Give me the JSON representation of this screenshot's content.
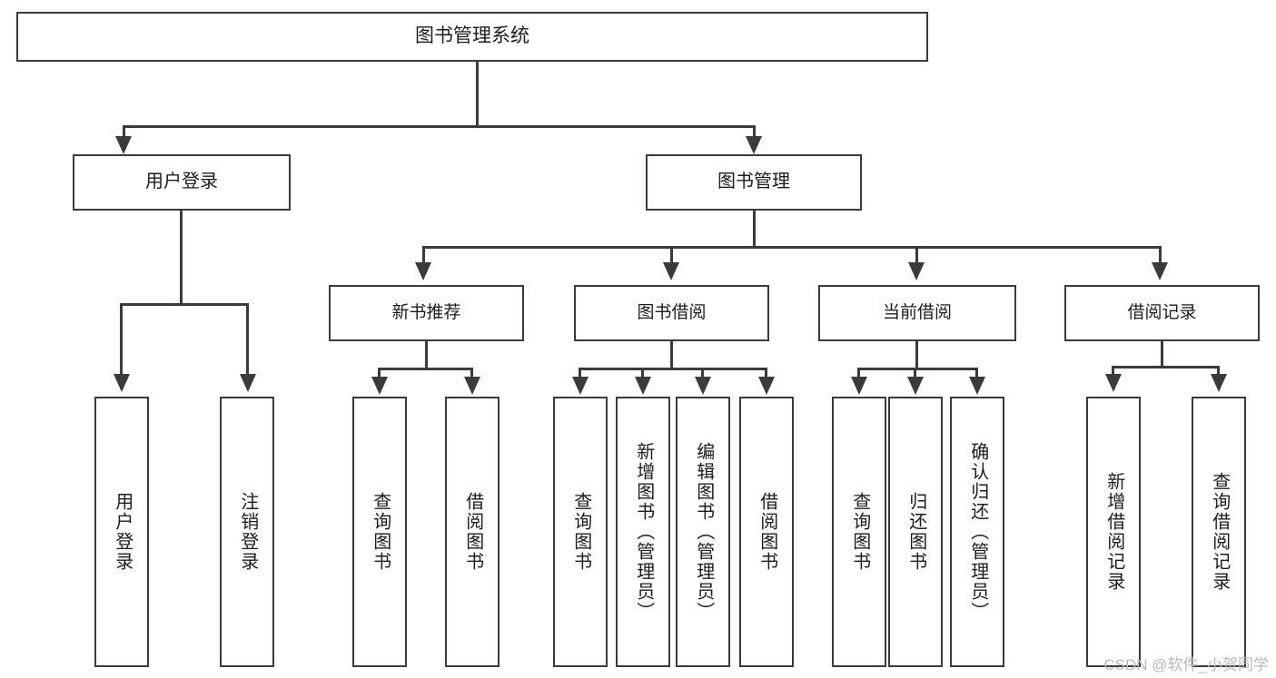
{
  "diagram": {
    "title": "图书管理系统",
    "type": "tree",
    "watermark": "CSDN @软件_小贺同学",
    "colors": {
      "stroke": "#3b3b3b",
      "fill": "#ffffff",
      "text": "#1c1c1c",
      "watermark": "#b9b9b9"
    },
    "root": {
      "label": "图书管理系统"
    },
    "level2": [
      {
        "id": "user-login",
        "label": "用户登录"
      },
      {
        "id": "book-manage",
        "label": "图书管理"
      }
    ],
    "level3": [
      {
        "id": "new-book-recommend",
        "label": "新书推荐"
      },
      {
        "id": "book-borrow",
        "label": "图书借阅"
      },
      {
        "id": "current-borrow",
        "label": "当前借阅"
      },
      {
        "id": "borrow-record",
        "label": "借阅记录"
      }
    ],
    "leaves": {
      "user_login": [
        {
          "id": "leaf-user-login",
          "label": "用户登录"
        },
        {
          "id": "leaf-logout-login",
          "label": "注销登录"
        }
      ],
      "new_book_recommend": [
        {
          "id": "leaf-query-book-1",
          "label": "查询图书"
        },
        {
          "id": "leaf-borrow-book-1",
          "label": "借阅图书"
        }
      ],
      "book_borrow": [
        {
          "id": "leaf-query-book-2",
          "label": "查询图书"
        },
        {
          "id": "leaf-add-book",
          "label": "新增图书（管理员）"
        },
        {
          "id": "leaf-edit-book",
          "label": "编辑图书（管理员）"
        },
        {
          "id": "leaf-borrow-book-2",
          "label": "借阅图书"
        }
      ],
      "current_borrow": [
        {
          "id": "leaf-query-book-3",
          "label": "查询图书"
        },
        {
          "id": "leaf-return-book",
          "label": "归还图书"
        },
        {
          "id": "leaf-confirm-return",
          "label": "确认归还（管理员）"
        }
      ],
      "borrow_record": [
        {
          "id": "leaf-add-record",
          "label": "新增借阅记录"
        },
        {
          "id": "leaf-query-record",
          "label": "查询借阅记录"
        }
      ]
    }
  }
}
